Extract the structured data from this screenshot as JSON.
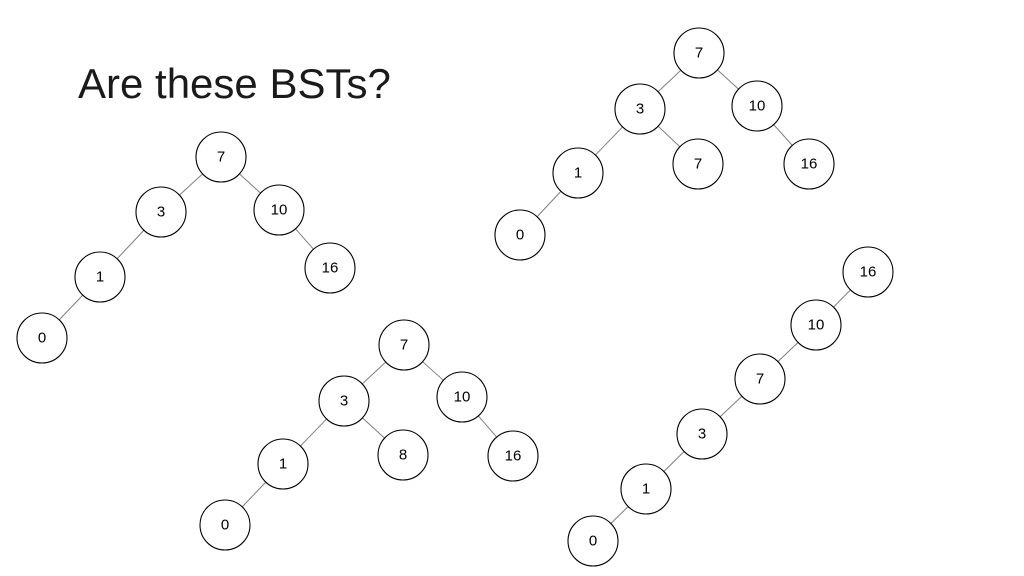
{
  "title": "Are these BSTs?",
  "colors": {
    "node_stroke": "#000000",
    "edge": "#7f7f7f",
    "background": "#ffffff"
  },
  "trees": [
    {
      "nodes": [
        {
          "id": "a7",
          "label": "7"
        },
        {
          "id": "a3",
          "label": "3"
        },
        {
          "id": "a10",
          "label": "10"
        },
        {
          "id": "a1",
          "label": "1"
        },
        {
          "id": "a16",
          "label": "16"
        },
        {
          "id": "a0",
          "label": "0"
        }
      ],
      "edges": [
        [
          "a7",
          "a3"
        ],
        [
          "a7",
          "a10"
        ],
        [
          "a3",
          "a1"
        ],
        [
          "a10",
          "a16"
        ],
        [
          "a1",
          "a0"
        ]
      ]
    },
    {
      "nodes": [
        {
          "id": "b7",
          "label": "7"
        },
        {
          "id": "b3",
          "label": "3"
        },
        {
          "id": "b10",
          "label": "10"
        },
        {
          "id": "b1",
          "label": "1"
        },
        {
          "id": "b7r",
          "label": "7"
        },
        {
          "id": "b16",
          "label": "16"
        },
        {
          "id": "b0",
          "label": "0"
        }
      ],
      "edges": [
        [
          "b7",
          "b3"
        ],
        [
          "b7",
          "b10"
        ],
        [
          "b3",
          "b1"
        ],
        [
          "b3",
          "b7r"
        ],
        [
          "b10",
          "b16"
        ],
        [
          "b1",
          "b0"
        ]
      ]
    },
    {
      "nodes": [
        {
          "id": "c7",
          "label": "7"
        },
        {
          "id": "c3",
          "label": "3"
        },
        {
          "id": "c10",
          "label": "10"
        },
        {
          "id": "c1",
          "label": "1"
        },
        {
          "id": "c8",
          "label": "8"
        },
        {
          "id": "c16",
          "label": "16"
        },
        {
          "id": "c0",
          "label": "0"
        }
      ],
      "edges": [
        [
          "c7",
          "c3"
        ],
        [
          "c7",
          "c10"
        ],
        [
          "c3",
          "c1"
        ],
        [
          "c3",
          "c8"
        ],
        [
          "c10",
          "c16"
        ],
        [
          "c1",
          "c0"
        ]
      ]
    },
    {
      "nodes": [
        {
          "id": "d16",
          "label": "16"
        },
        {
          "id": "d10",
          "label": "10"
        },
        {
          "id": "d7",
          "label": "7"
        },
        {
          "id": "d3",
          "label": "3"
        },
        {
          "id": "d1",
          "label": "1"
        },
        {
          "id": "d0",
          "label": "0"
        }
      ],
      "edges": [
        [
          "d16",
          "d10"
        ],
        [
          "d10",
          "d7"
        ],
        [
          "d7",
          "d3"
        ],
        [
          "d3",
          "d1"
        ],
        [
          "d1",
          "d0"
        ]
      ]
    }
  ]
}
